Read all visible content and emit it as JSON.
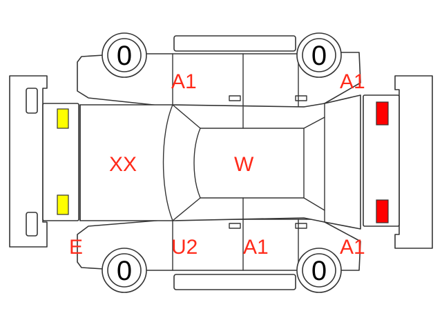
{
  "colors": {
    "line": "#333333",
    "damage_label": "#ff2a1a",
    "tire_label": "#000000",
    "front_lamp": "#ffff00",
    "rear_lamp": "#ff0000"
  },
  "tires": {
    "front_left": "0",
    "rear_left": "0",
    "front_right": "0",
    "rear_right": "0"
  },
  "damage_labels": {
    "front_left_fender": "A1",
    "rear_left_quarter": "A1",
    "hood": "XX",
    "roof": "W",
    "front_right_corner": "E",
    "front_right_door": "U2",
    "rear_right_door": "A1",
    "rear_right_quarter": "A1"
  }
}
